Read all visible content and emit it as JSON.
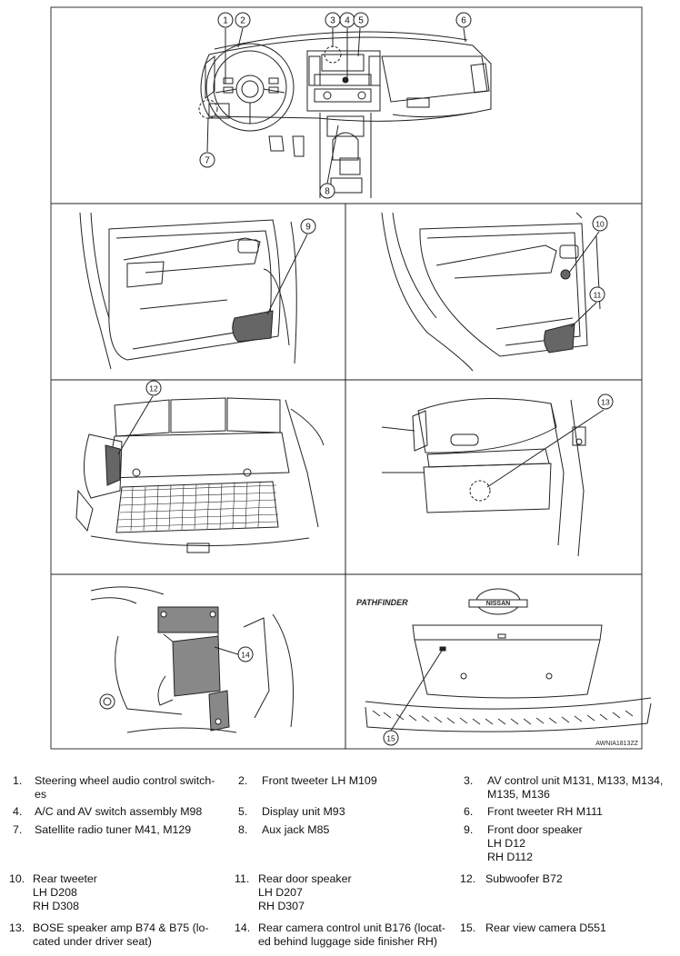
{
  "figure_code": "AWNIA1813ZZ",
  "callouts": [
    "1",
    "2",
    "3",
    "4",
    "5",
    "6",
    "7",
    "8",
    "9",
    "10",
    "11",
    "12",
    "13",
    "14",
    "15"
  ],
  "brand_text": {
    "model": "PATHFINDER",
    "badge": "NISSAN"
  },
  "legend": [
    {
      "num": "1.",
      "text": "Steering wheel audio control switch-\nes"
    },
    {
      "num": "2.",
      "text": "Front tweeter LH M109"
    },
    {
      "num": "3.",
      "text": "AV control unit M131, M133, M134,\nM135, M136"
    },
    {
      "num": "4.",
      "text": "A/C and AV switch assembly M98"
    },
    {
      "num": "5.",
      "text": "Display unit M93"
    },
    {
      "num": "6.",
      "text": "Front tweeter RH M111"
    },
    {
      "num": "7.",
      "text": "Satellite radio tuner M41, M129"
    },
    {
      "num": "8.",
      "text": "Aux jack M85"
    },
    {
      "num": "9.",
      "text": "Front door speaker\nLH D12\nRH D112"
    },
    {
      "num": "10.",
      "text": "Rear tweeter\nLH D208\nRH D308"
    },
    {
      "num": "11.",
      "text": "Rear door speaker\nLH D207\nRH D307"
    },
    {
      "num": "12.",
      "text": "Subwoofer B72"
    },
    {
      "num": "13.",
      "text": "BOSE speaker amp B74 & B75 (lo-\ncated under driver seat)"
    },
    {
      "num": "14.",
      "text": "Rear camera control unit B176 (locat-\ned behind luggage side finisher RH)"
    },
    {
      "num": "15.",
      "text": "Rear view camera D551"
    }
  ]
}
